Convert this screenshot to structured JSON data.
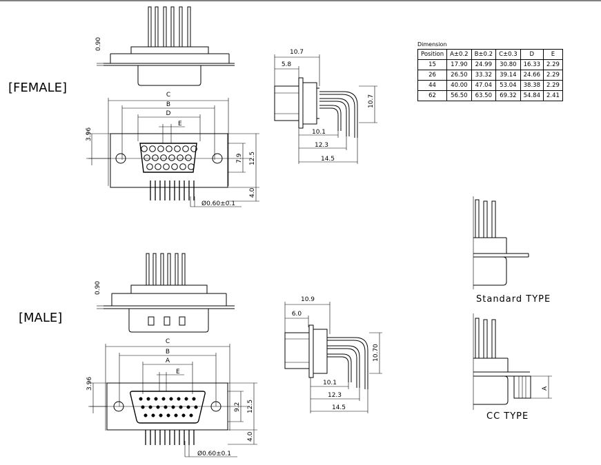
{
  "labels": {
    "female": "[FEMALE]",
    "male": "[MALE]",
    "standard_type": "Standard TYPE",
    "cc_type": "CC TYPE"
  },
  "female": {
    "flange_thickness": "0.90",
    "dim_c": "C",
    "dim_b": "B",
    "dim_d": "D",
    "dim_e": "E",
    "pin_offset": "3.96",
    "height_inner": "7.9",
    "height_outer": "12.5",
    "pin_length": "4.0",
    "pin_diameter": "Ø0.60±0.1"
  },
  "female_side": {
    "depth_total": "10.7",
    "depth_shell": "5.8",
    "height": "10.7",
    "pin_row_1": "10.1",
    "pin_row_2": "12.3",
    "pin_row_3": "14.5"
  },
  "male": {
    "flange_thickness": "0.90",
    "dim_c": "C",
    "dim_b": "B",
    "dim_a": "A",
    "dim_e": "E",
    "pin_offset": "3.96",
    "height_inner": "9.2",
    "height_outer": "12.5",
    "pin_length": "4.0",
    "pin_diameter": "Ø0.60±0.1"
  },
  "male_side": {
    "depth_total": "10.9",
    "depth_shell": "6.0",
    "height": "10.70",
    "pin_row_1": "10.1",
    "pin_row_2": "12.3",
    "pin_row_3": "14.5"
  },
  "cc_type": {
    "dim_a": "A"
  },
  "table": {
    "title": "Dimension",
    "headers": [
      "Position",
      "A±0.2",
      "B±0.2",
      "C±0.3",
      "D",
      "E"
    ],
    "rows": [
      [
        "15",
        "17.90",
        "24.99",
        "30.80",
        "16.33",
        "2.29"
      ],
      [
        "26",
        "26.50",
        "33.32",
        "39.14",
        "24.66",
        "2.29"
      ],
      [
        "44",
        "40.00",
        "47.04",
        "53.04",
        "38.38",
        "2.29"
      ],
      [
        "62",
        "56.50",
        "63.50",
        "69.32",
        "54.84",
        "2.41"
      ]
    ]
  }
}
